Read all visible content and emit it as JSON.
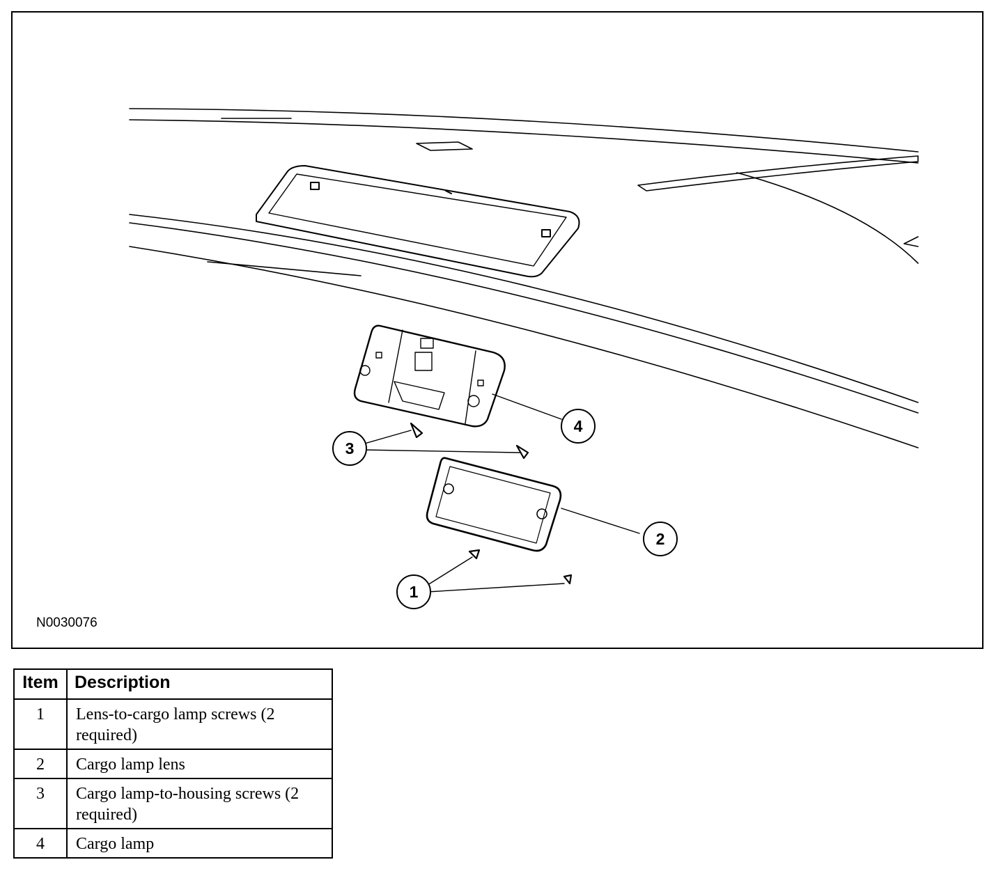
{
  "figure": {
    "id": "N0030076",
    "callouts": [
      "1",
      "2",
      "3",
      "4"
    ]
  },
  "table": {
    "headers": {
      "item": "Item",
      "description": "Description"
    },
    "rows": [
      {
        "item": "1",
        "description": "Lens-to-cargo lamp screws (2 required)"
      },
      {
        "item": "2",
        "description": "Cargo lamp lens"
      },
      {
        "item": "3",
        "description": "Cargo lamp-to-housing screws (2 required)"
      },
      {
        "item": "4",
        "description": "Cargo lamp"
      }
    ]
  }
}
